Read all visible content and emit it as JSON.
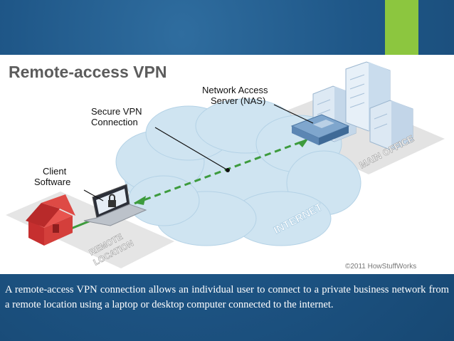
{
  "slide": {
    "accent_color": "#8cc63f",
    "background_color": "#1f5788"
  },
  "diagram": {
    "title": "Remote-access VPN",
    "labels": {
      "nas_line1": "Network Access",
      "nas_line2": "Server (NAS)",
      "vpn_line1": "Secure VPN",
      "vpn_line2": "Connection",
      "client_line1": "Client",
      "client_line2": "Software",
      "main_office": "MAIN OFFICE",
      "internet": "INTERNET",
      "remote_line1": "REMOTE",
      "remote_line2": "LOCATION",
      "copyright": "©2011 HowStuffWorks"
    }
  },
  "caption": "A remote-access VPN connection allows an individual user to connect to a private business network from a remote location using a laptop or desktop computer connected to the internet."
}
